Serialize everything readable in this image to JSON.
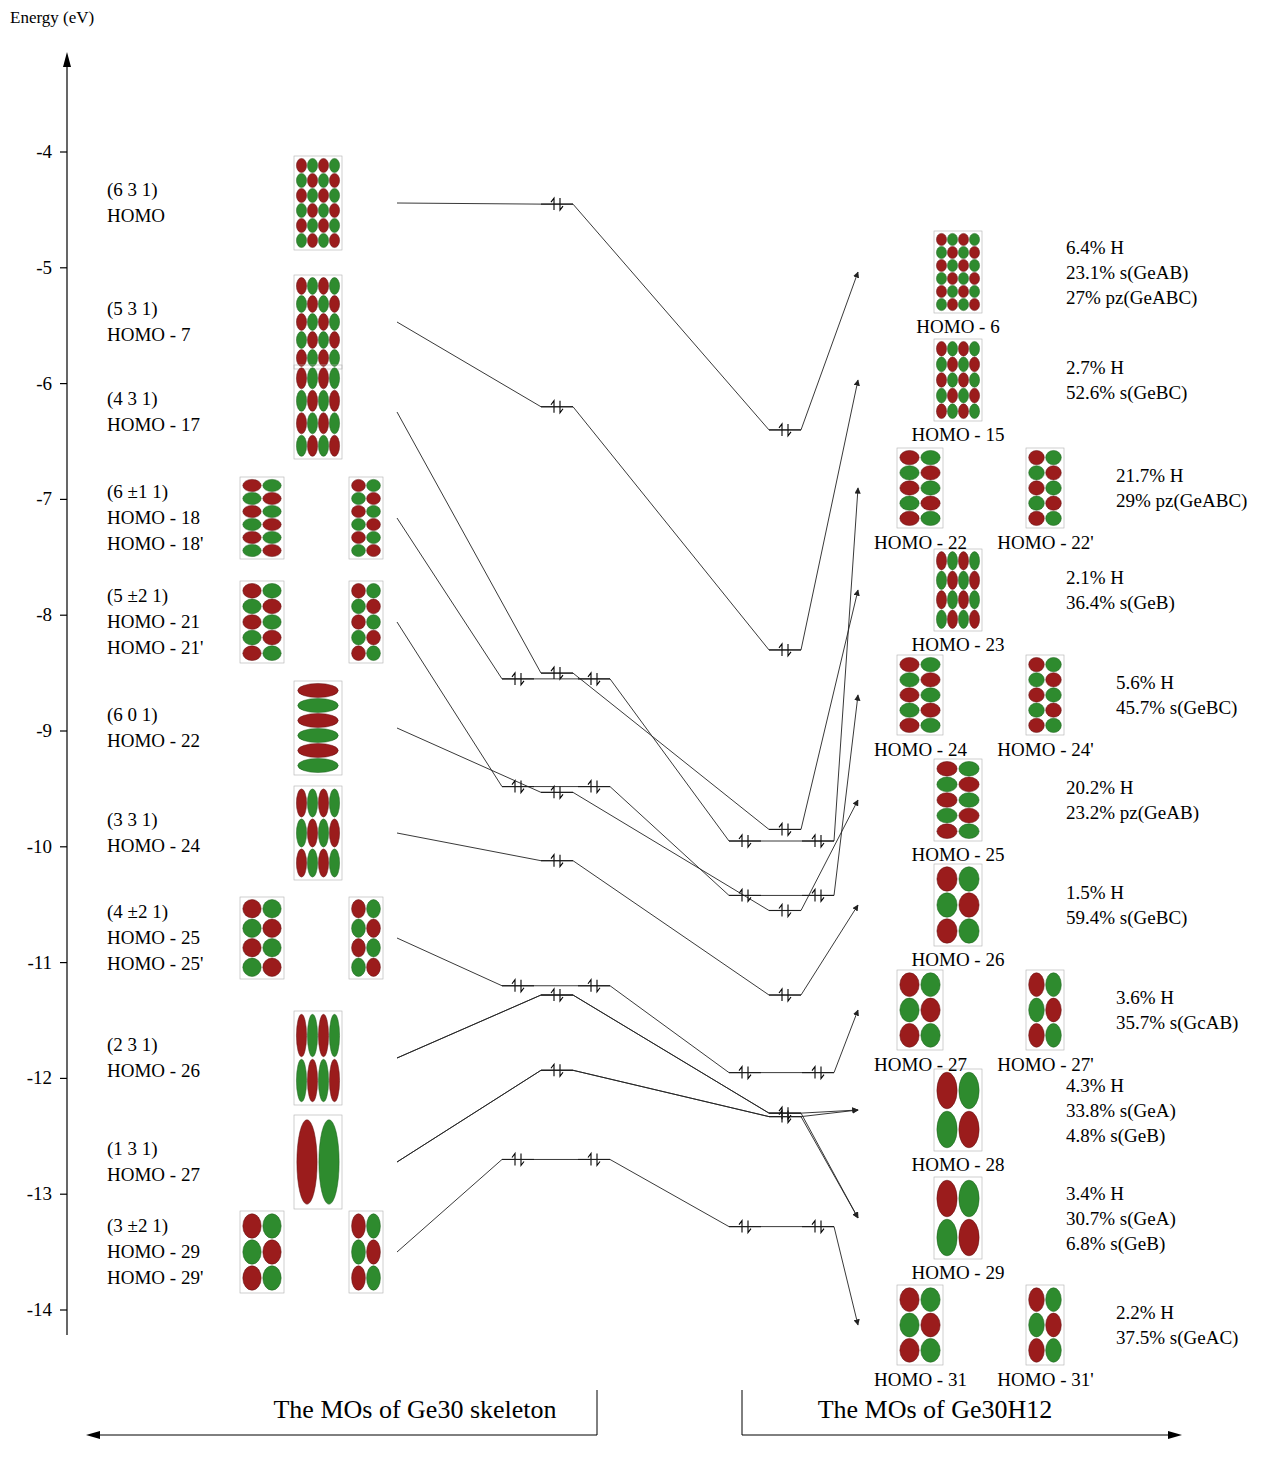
{
  "diagram": {
    "nodes": [
      {
        "text": [
          "(6 3 1)",
          "HOMO"
        ]
      },
      {
        "text": [
          "(5 3 1)",
          "HOMO - 7"
        ]
      },
      {
        "text": [
          "(4 3 1)",
          "HOMO - 17"
        ]
      },
      {
        "text": [
          "(6 ±1 1)",
          "HOMO - 18",
          "HOMO - 18'"
        ]
      },
      {
        "text": [
          "(5 ±2 1)",
          "HOMO - 21",
          "HOMO - 21'"
        ]
      },
      {
        "text": [
          "(6 0 1)",
          "HOMO - 22"
        ]
      },
      {
        "text": [
          "(3 3 1)",
          "HOMO - 24"
        ]
      },
      {
        "text": [
          "(4 ±2 1)",
          "HOMO - 25",
          "HOMO - 25'"
        ]
      },
      {
        "text": [
          "(2 3 1)",
          "HOMO - 26"
        ]
      },
      {
        "text": [
          "(1 3 1)",
          "HOMO - 27"
        ]
      },
      {
        "text": [
          "(3 ±2 1)",
          "HOMO - 29",
          "HOMO - 29'"
        ]
      },
      {
        "text": [
          "HOMO - 6",
          "6.4% H",
          "23.1% s(GeAB)",
          "27% pz(GeABC)"
        ]
      },
      {
        "text": [
          "HOMO - 15",
          "2.7% H",
          "52.6% s(GeBC)"
        ]
      },
      {
        "text": [
          "HOMO - 22",
          "HOMO - 22'",
          "21.7% H",
          "29% pz(GeABC)"
        ]
      },
      {
        "text": [
          "HOMO - 23",
          "2.1% H",
          "36.4% s(GeB)"
        ]
      },
      {
        "text": [
          "HOMO - 24",
          "HOMO - 24'",
          "5.6% H",
          "45.7% s(GeBC)"
        ]
      },
      {
        "text": [
          "HOMO - 25",
          "20.2% H",
          "23.2% pz(GeAB)"
        ]
      },
      {
        "text": [
          "HOMO - 26",
          "1.5% H",
          "59.4% s(GeBC)"
        ]
      },
      {
        "text": [
          "HOMO - 27",
          "HOMO - 27'",
          "3.6% H",
          "35.7% s(GcAB)"
        ]
      },
      {
        "text": [
          "HOMO - 28",
          "4.3% H",
          "33.8% s(GeA)",
          "4.8% s(GeB)"
        ]
      },
      {
        "text": [
          "HOMO - 29",
          "3.4% H",
          "30.7% s(GeA)",
          "6.8% s(GeB)"
        ]
      },
      {
        "text": [
          "HOMO - 31",
          "HOMO - 31'",
          "2.2% H",
          "37.5% s(GeAC)"
        ]
      }
    ],
    "edges": [
      {
        "from": 0,
        "to": 11,
        "arrow": "to"
      },
      {
        "from": 1,
        "to": 12,
        "arrow": "to"
      },
      {
        "from": 2,
        "to": 14,
        "arrow": "to"
      },
      {
        "from": 3,
        "to": 13,
        "arrow": "to"
      },
      {
        "from": 4,
        "to": 15,
        "arrow": "to"
      },
      {
        "from": 5,
        "to": 16,
        "arrow": "to"
      },
      {
        "from": 6,
        "to": 17,
        "arrow": "to"
      },
      {
        "from": 7,
        "to": 18,
        "arrow": "to"
      },
      {
        "from": 8,
        "to": 19,
        "arrow": "to"
      },
      {
        "from": 8,
        "to": 20,
        "arrow": "to"
      },
      {
        "from": 9,
        "to": 19,
        "arrow": "to"
      },
      {
        "from": 9,
        "to": 20,
        "arrow": "to"
      },
      {
        "from": 10,
        "to": 21,
        "arrow": "to"
      }
    ],
    "labels": [
      "Energy (eV)",
      "-4",
      "-5",
      "-6",
      "-7",
      "-8",
      "-9",
      "-10",
      "-11",
      "-12",
      "-13",
      "-14",
      "The MOs of Ge30 skeleton",
      "The MOs of Ge30H12"
    ]
  }
}
